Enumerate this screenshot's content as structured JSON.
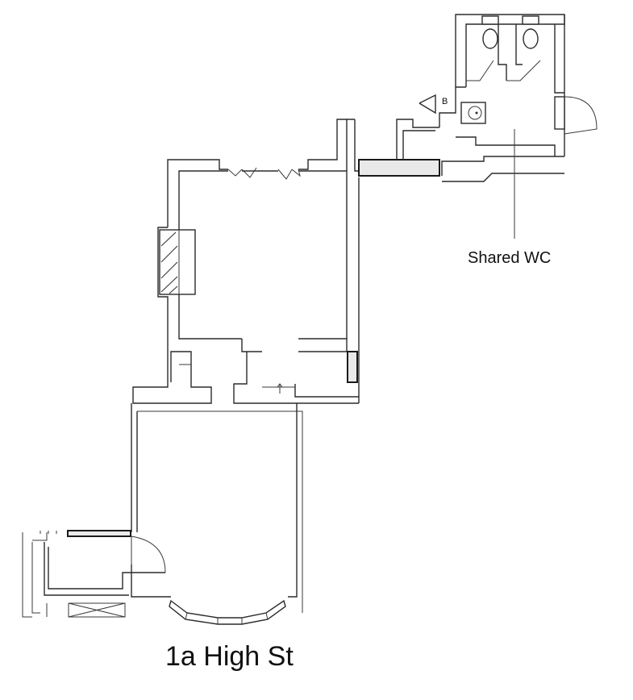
{
  "labels": {
    "shared_wc": "Shared WC",
    "title": "1a High St",
    "boiler": "B"
  }
}
